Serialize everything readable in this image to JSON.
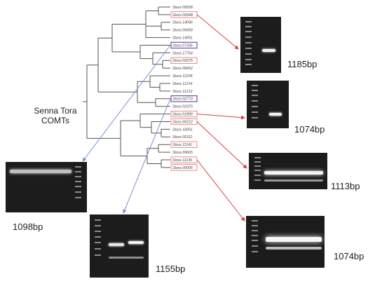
{
  "tree_title": [
    "Senna Tora",
    "COMTs"
  ],
  "leaves": [
    {
      "label": "Stora 09558",
      "highlight": "none"
    },
    {
      "label": "Stora 00948",
      "highlight": "red"
    },
    {
      "label": "Stora 14096",
      "highlight": "none"
    },
    {
      "label": "Stora 09459",
      "highlight": "none"
    },
    {
      "label": "Stora 14051",
      "highlight": "none"
    },
    {
      "label": "Stora 07335",
      "highlight": "purple"
    },
    {
      "label": "Stora 17754",
      "highlight": "none"
    },
    {
      "label": "Stora 02075",
      "highlight": "red"
    },
    {
      "label": "Stora 08452",
      "highlight": "none"
    },
    {
      "label": "Stora 11209",
      "highlight": "none"
    },
    {
      "label": "Stora 11214",
      "highlight": "none"
    },
    {
      "label": "Stora 11213",
      "highlight": "none"
    },
    {
      "label": "Stora 02773",
      "highlight": "purple"
    },
    {
      "label": "Stora 02370",
      "highlight": "none"
    },
    {
      "label": "Stora 01899",
      "highlight": "red"
    },
    {
      "label": "Stora 06212",
      "highlight": "red"
    },
    {
      "label": "Stora 16051",
      "highlight": "none"
    },
    {
      "label": "Stora 06311",
      "highlight": "none"
    },
    {
      "label": "Stora 11141",
      "highlight": "red"
    },
    {
      "label": "Stora 09665",
      "highlight": "none"
    },
    {
      "label": "Stora 11136",
      "highlight": "red"
    },
    {
      "label": "Stora 06006",
      "highlight": "red"
    }
  ],
  "gels": [
    {
      "id": "gel-1185",
      "size_label": "1185bp"
    },
    {
      "id": "gel-1074-top",
      "size_label": "1074bp"
    },
    {
      "id": "gel-1113",
      "size_label": "1113bp"
    },
    {
      "id": "gel-1074-bottom",
      "size_label": "1074bp"
    },
    {
      "id": "gel-1098",
      "size_label": "1098bp"
    },
    {
      "id": "gel-1155",
      "size_label": "1155bp"
    }
  ],
  "colors": {
    "red_highlight": "#e05a5a",
    "purple_highlight": "#6a3fa0",
    "red_arrow": "#d94040",
    "blue_arrow": "#7f8fd0",
    "branch": "#555555",
    "gel_bg": "#1c1c1c",
    "band": "#f2f2f2"
  }
}
